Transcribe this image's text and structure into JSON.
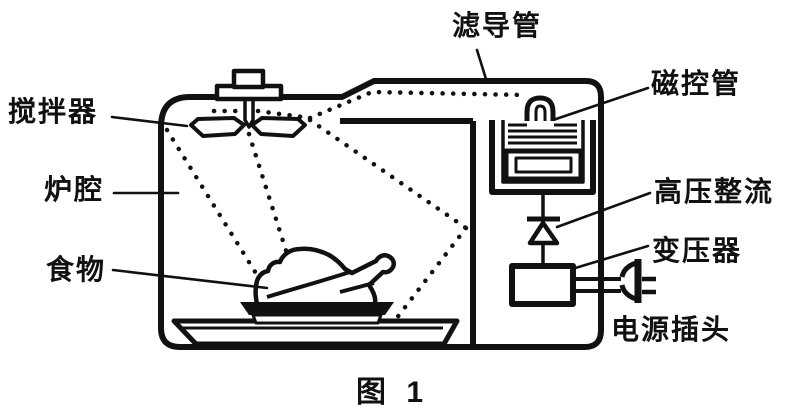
{
  "caption": "图 1",
  "labels": {
    "waveguide": "滤导管",
    "magnetron": "磁控管",
    "stirrer": "搅拌器",
    "cavity": "炉腔",
    "food": "食物",
    "rectifier": "高压整流",
    "transformer": "变压器",
    "plug": "电源插头"
  },
  "colors": {
    "ink": "#111111",
    "background": "#ffffff"
  }
}
